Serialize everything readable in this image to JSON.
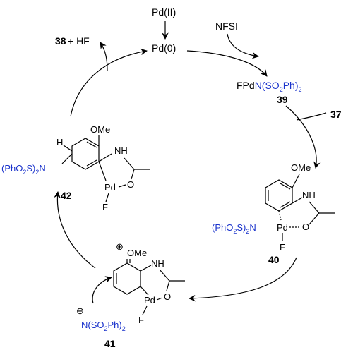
{
  "cycle": {
    "top_precursor": "Pd(II)",
    "catalyst": "Pd(0)",
    "reagent_in": "NFSI",
    "product_out": "+ HF",
    "product_out_number": "38",
    "reagent_37": "37"
  },
  "complexes": {
    "c39": {
      "prefix": "FPd",
      "ligand": "N(SO",
      "sub2": "2",
      "ligand_end": "Ph)",
      "sub2b": "2",
      "number": "39"
    },
    "c40": {
      "ome": "OMe",
      "nh": "NH",
      "pd": "Pd",
      "o": "O",
      "f": "F",
      "amine": "(PhO",
      "amine_sub": "2",
      "amine_end": "S)",
      "amine_sub2": "2",
      "amine_n": "N",
      "number": "40"
    },
    "c41": {
      "plus": "⊕",
      "ome": "OMe",
      "nh": "NH",
      "pd": "Pd",
      "o": "O",
      "f": "F",
      "minus": "⊖",
      "nuc": "N(SO",
      "nuc_sub": "2",
      "nuc_end": "Ph)",
      "nuc_sub2": "2",
      "number": "41"
    },
    "c42": {
      "ome": "OMe",
      "nh": "NH",
      "h": "H",
      "pd": "Pd",
      "o": "O",
      "f": "F",
      "amine": "(PhO",
      "amine_sub": "2",
      "amine_end": "S)",
      "amine_sub2": "2",
      "amine_n": "N",
      "number": "42"
    }
  }
}
